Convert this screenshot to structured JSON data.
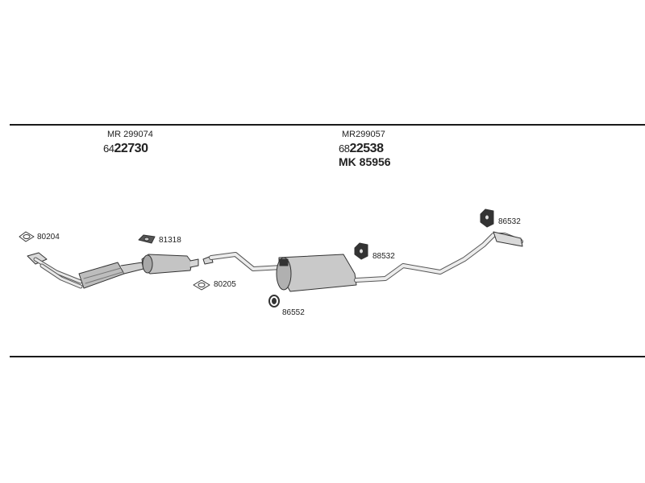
{
  "section_left": {
    "ref": "MR 299074",
    "number_prefix": "64",
    "number_main": "22730"
  },
  "section_right": {
    "ref": "MR299057",
    "number_prefix": "68",
    "number_main": "22538",
    "code": "MK  85956"
  },
  "parts": {
    "ring_left": "80204",
    "hanger_top_left": "81318",
    "ring_mid": "80205",
    "bracket_center": "86552",
    "hanger_center": "88532",
    "hanger_right": "86532"
  }
}
